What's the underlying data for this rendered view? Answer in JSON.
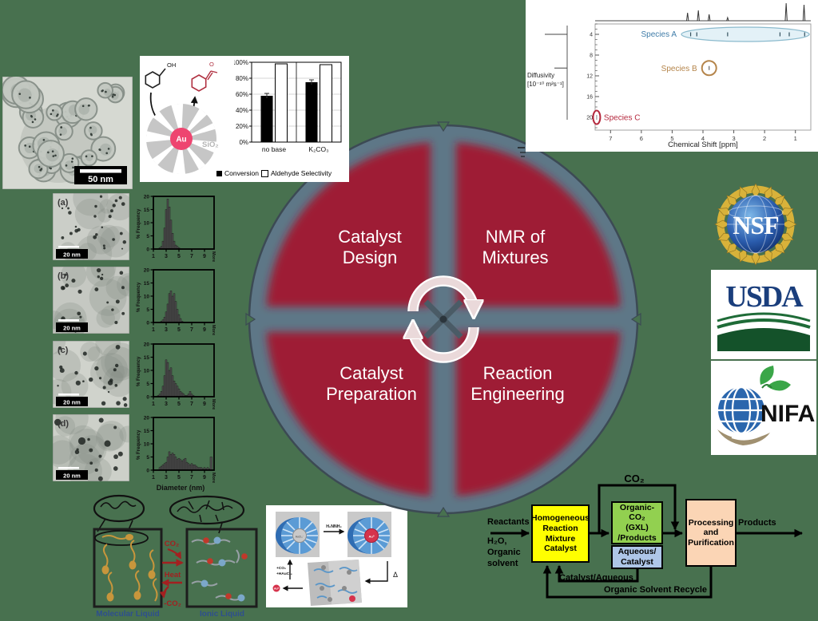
{
  "background_color": "#48714F",
  "quadrant_diagram": {
    "fill_color": "#9E1F35",
    "ring_color": "#5E7787",
    "outline_color": "#3C4A54",
    "labels": [
      "Catalyst\nDesign",
      "NMR of\nMixtures",
      "Catalyst\nPreparation",
      "Reaction\nEngineering"
    ],
    "center_icon": "recycle-arrows"
  },
  "tem_large": {
    "scale_bar_label": "50 nm"
  },
  "tem_column": {
    "items": [
      {
        "label": "(a)",
        "scale_bar_label": "20 nm"
      },
      {
        "label": "(b)",
        "scale_bar_label": "20 nm"
      },
      {
        "label": "(c)",
        "scale_bar_label": "20 nm"
      },
      {
        "label": "(d)",
        "scale_bar_label": "20 nm"
      }
    ]
  },
  "catalysis_scheme": {
    "reactant_group_label": "OH",
    "product_group_label": "O",
    "core_label": "Au",
    "support_label": "SiO₂"
  },
  "legend": {
    "conversion": "Conversion",
    "selectivity": "Aldehyde Selectivity"
  },
  "polymer_diagram": {
    "left_box_label": "Molecular Liquid",
    "right_box_label": "Ionic Liquid",
    "forward_arrow_label": "CO₂",
    "reverse_arrow_label": "Heat",
    "release_arrow_label": "-CO₂"
  },
  "micelle_diagram": {
    "reduction_arrow_label": "H₂NNH₂",
    "heat_label": "Δ",
    "recycle_label_line1": "+CO₂",
    "recycle_label_line2": "+HAuCl₄",
    "precursor_core_label": "AuCl₄⁻",
    "gold_core_label": "Au⁰",
    "gold_particle_label": "Au⁰"
  },
  "flow_diagram": {
    "co2_label": "CO₂",
    "input_top": "Reactants",
    "input_bottom": "H₂O,\nOrganic\nsolvent",
    "reactor_box": "Homogeneous\nReaction\nMixture\nCatalyst",
    "reactor_color": "#FFFF00",
    "gxl_box": "Organic-CO₂\n(GXL)\n/Products",
    "gxl_color": "#92D050",
    "aqueous_box": "Aqueous/\nCatalyst",
    "aqueous_color": "#AEC6E8",
    "processing_box": "Processing\nand\nPurification",
    "processing_color": "#FBD5B5",
    "output": "Products",
    "recycle_label_1": "Catalyst/Aqueous",
    "recycle_label_2": "Organic Solvent Recycle"
  },
  "logos": {
    "nsf_text": "NSF",
    "usda_text": "USDA",
    "nifa_text": "NIFA"
  },
  "chart_data": [
    {
      "id": "conversion-selectivity",
      "type": "bar",
      "categories": [
        "no base",
        "K₂CO₃"
      ],
      "series": [
        {
          "name": "Conversion",
          "values": [
            58,
            75
          ],
          "color": "#000000"
        },
        {
          "name": "Aldehyde Selectivity",
          "values": [
            98,
            97
          ],
          "color": "#FFFFFF"
        }
      ],
      "ylim": [
        0,
        100
      ],
      "yticks": [
        0,
        20,
        40,
        60,
        80,
        100
      ],
      "ytick_suffix": "%",
      "grid": true,
      "legend_position": "bottom"
    },
    {
      "id": "size-a",
      "type": "bar",
      "panel": "(a)",
      "ylabel": "% Frequency",
      "ylim": [
        0,
        20
      ],
      "yticks": [
        0,
        5,
        10,
        15,
        20
      ],
      "xticks": [
        1,
        3,
        5,
        7,
        9
      ],
      "more_label": "More",
      "bin_start": 2.0,
      "bin_step": 0.25,
      "values": [
        0.5,
        1,
        3,
        8,
        15,
        19,
        16,
        11,
        6,
        3,
        1.5,
        1,
        0.5
      ],
      "more_value": 0
    },
    {
      "id": "size-b",
      "type": "bar",
      "panel": "(b)",
      "ylabel": "% Frequency",
      "ylim": [
        0,
        20
      ],
      "yticks": [
        0,
        5,
        10,
        15,
        20
      ],
      "xticks": [
        1,
        3,
        5,
        7,
        9
      ],
      "more_label": "More",
      "bin_start": 2.25,
      "bin_step": 0.25,
      "values": [
        0.5,
        1,
        2,
        4,
        7,
        11,
        12,
        10,
        11,
        8,
        5,
        3,
        1.5,
        0.5
      ],
      "more_value": 0
    },
    {
      "id": "size-c",
      "type": "bar",
      "panel": "(c)",
      "ylabel": "% Frequency",
      "ylim": [
        0,
        20
      ],
      "yticks": [
        0,
        5,
        10,
        15,
        20
      ],
      "xticks": [
        1,
        3,
        5,
        7,
        9
      ],
      "more_label": "More",
      "bin_start": 1.75,
      "bin_step": 0.25,
      "values": [
        0.5,
        1,
        2,
        4,
        8,
        14,
        13,
        10,
        11,
        8,
        6,
        5,
        4,
        3,
        2,
        1.5,
        1,
        0.5,
        0.5,
        1,
        2,
        1,
        0.5
      ],
      "more_value": 0
    },
    {
      "id": "size-d",
      "type": "bar",
      "panel": "(d)",
      "ylabel": "% Frequency",
      "xlabel": "Diameter (nm)",
      "ylim": [
        0,
        20
      ],
      "yticks": [
        0,
        5,
        10,
        15,
        20
      ],
      "xticks": [
        1,
        3,
        5,
        7,
        9
      ],
      "more_label": "More",
      "bin_start": 2.0,
      "bin_step": 0.25,
      "values": [
        1,
        1.5,
        2,
        2.5,
        3,
        5,
        7,
        6,
        6.5,
        6,
        5,
        4,
        4.5,
        4,
        3.5,
        4,
        4.5,
        3,
        2.5,
        2,
        2.5,
        2,
        2,
        1.5,
        1,
        1,
        1,
        0.5,
        1,
        0.5,
        1,
        0.5
      ],
      "more_value": 5
    },
    {
      "id": "dosy",
      "type": "scatter",
      "xlabel": "Chemical Shift [ppm]",
      "ylabel_line1": "Diffusivity",
      "ylabel_line2": "[10⁻¹⁰ m²s⁻¹]",
      "x_range": [
        7.5,
        0.5
      ],
      "y_range": [
        2,
        22
      ],
      "xticks": [
        7,
        6,
        5,
        4,
        3,
        2,
        1
      ],
      "yticks": [
        4,
        8,
        12,
        16,
        20
      ],
      "species": [
        {
          "name": "Species A",
          "color": "#3F7CA8",
          "marker": "ellipse",
          "ppm_min": 4.7,
          "ppm_max": 0.55,
          "diffusivity": 4,
          "peak_ppm": [
            4.4,
            4.2,
            3.2,
            1.5,
            1.2,
            0.7
          ]
        },
        {
          "name": "Species B",
          "color": "#B5854B",
          "marker": "circle",
          "ppm": 3.8,
          "diffusivity": 10.5
        },
        {
          "name": "Species C",
          "color": "#B5293E",
          "marker": "ellipse-small",
          "ppm": 7.45,
          "diffusivity": 20
        }
      ],
      "spectrum_top_peaks": [
        {
          "ppm": 4.5,
          "h": 10
        },
        {
          "ppm": 4.15,
          "h": 13
        },
        {
          "ppm": 3.8,
          "h": 8
        },
        {
          "ppm": 3.2,
          "h": 4
        },
        {
          "ppm": 1.3,
          "h": 22
        },
        {
          "ppm": 0.72,
          "h": 20
        }
      ],
      "spectrum_left_peaks": [
        {
          "diffusivity": 4,
          "len": 28
        },
        {
          "diffusivity": 10.5,
          "len": 16
        }
      ]
    }
  ]
}
